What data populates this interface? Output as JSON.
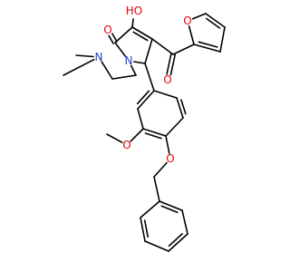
{
  "molecule": {
    "colors": {
      "bond": "#000000",
      "oxygen": "#e8000b",
      "nitrogen": "#1f3cd6",
      "background": "#ffffff"
    },
    "atom_labels": [
      {
        "id": "n1",
        "text": "N",
        "element": "nitrogen"
      },
      {
        "id": "n2",
        "text": "N",
        "element": "nitrogen"
      },
      {
        "id": "o_keto",
        "text": "O",
        "element": "oxygen"
      },
      {
        "id": "o_hydroxy",
        "text": "HO",
        "element": "oxygen"
      },
      {
        "id": "o_furan",
        "text": "O",
        "element": "oxygen"
      },
      {
        "id": "o_carbonyl",
        "text": "O",
        "element": "oxygen"
      },
      {
        "id": "o_methoxy",
        "text": "O",
        "element": "oxygen"
      },
      {
        "id": "o_benzyloxy",
        "text": "O",
        "element": "oxygen"
      }
    ]
  }
}
